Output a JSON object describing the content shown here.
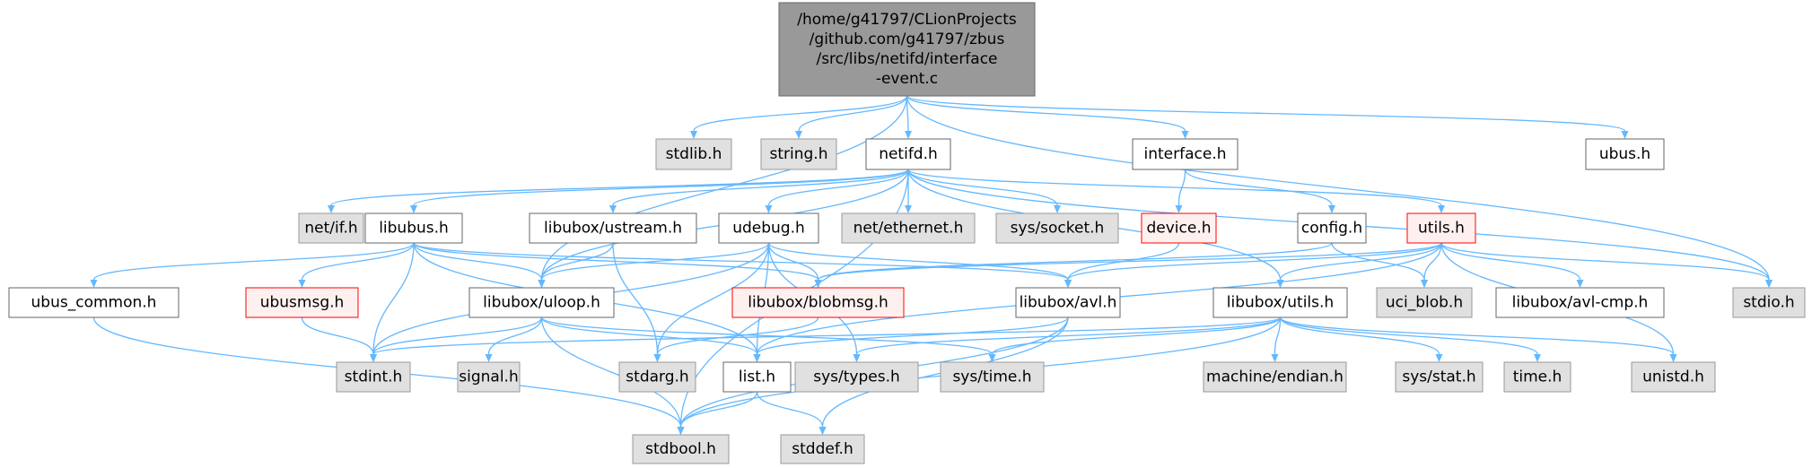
{
  "colors": {
    "edge": "#63b8ff",
    "root_fill": "#999999",
    "root_border": "#666666",
    "plain_fill": "#ffffff",
    "plain_border": "#666666",
    "system_fill": "#e0e0e0",
    "system_border": "#999999",
    "truncated_fill": "#fff0f0",
    "truncated_border": "#ff0000"
  },
  "nodes": [
    {
      "id": "root",
      "lines": [
        "/home/g41797/CLionProjects",
        "/github.com/g41797/zbus",
        "/src/libs/netifd/interface",
        "-event.c"
      ],
      "style": "root"
    },
    {
      "id": "stdlib",
      "lines": [
        "stdlib.h"
      ],
      "style": "system"
    },
    {
      "id": "string",
      "lines": [
        "string.h"
      ],
      "style": "system"
    },
    {
      "id": "netifd",
      "lines": [
        "netifd.h"
      ],
      "style": "plain"
    },
    {
      "id": "interface",
      "lines": [
        "interface.h"
      ],
      "style": "plain"
    },
    {
      "id": "ubus",
      "lines": [
        "ubus.h"
      ],
      "style": "plain"
    },
    {
      "id": "netif",
      "lines": [
        "net/if.h"
      ],
      "style": "system"
    },
    {
      "id": "libubus",
      "lines": [
        "libubus.h"
      ],
      "style": "plain"
    },
    {
      "id": "ustream",
      "lines": [
        "libubox/ustream.h"
      ],
      "style": "plain"
    },
    {
      "id": "udebug",
      "lines": [
        "udebug.h"
      ],
      "style": "plain"
    },
    {
      "id": "ethernet",
      "lines": [
        "net/ethernet.h"
      ],
      "style": "system"
    },
    {
      "id": "socket",
      "lines": [
        "sys/socket.h"
      ],
      "style": "system"
    },
    {
      "id": "device",
      "lines": [
        "device.h"
      ],
      "style": "truncated"
    },
    {
      "id": "config",
      "lines": [
        "config.h"
      ],
      "style": "plain"
    },
    {
      "id": "utils",
      "lines": [
        "utils.h"
      ],
      "style": "truncated"
    },
    {
      "id": "ubuscommon",
      "lines": [
        "ubus_common.h"
      ],
      "style": "plain"
    },
    {
      "id": "ubusmsg",
      "lines": [
        "ubusmsg.h"
      ],
      "style": "truncated"
    },
    {
      "id": "uloop",
      "lines": [
        "libubox/uloop.h"
      ],
      "style": "plain"
    },
    {
      "id": "blobmsg",
      "lines": [
        "libubox/blobmsg.h"
      ],
      "style": "truncated"
    },
    {
      "id": "avl",
      "lines": [
        "libubox/avl.h"
      ],
      "style": "plain"
    },
    {
      "id": "lutils",
      "lines": [
        "libubox/utils.h"
      ],
      "style": "plain"
    },
    {
      "id": "ucib",
      "lines": [
        "uci_blob.h"
      ],
      "style": "system"
    },
    {
      "id": "avlcmp",
      "lines": [
        "libubox/avl-cmp.h"
      ],
      "style": "plain"
    },
    {
      "id": "stdio",
      "lines": [
        "stdio.h"
      ],
      "style": "system"
    },
    {
      "id": "stdint",
      "lines": [
        "stdint.h"
      ],
      "style": "system"
    },
    {
      "id": "signal",
      "lines": [
        "signal.h"
      ],
      "style": "system"
    },
    {
      "id": "stdarg",
      "lines": [
        "stdarg.h"
      ],
      "style": "system"
    },
    {
      "id": "list",
      "lines": [
        "list.h"
      ],
      "style": "plain"
    },
    {
      "id": "systypes",
      "lines": [
        "sys/types.h"
      ],
      "style": "system"
    },
    {
      "id": "systime",
      "lines": [
        "sys/time.h"
      ],
      "style": "system"
    },
    {
      "id": "endian",
      "lines": [
        "machine/endian.h"
      ],
      "style": "system"
    },
    {
      "id": "sysstat",
      "lines": [
        "sys/stat.h"
      ],
      "style": "system"
    },
    {
      "id": "time",
      "lines": [
        "time.h"
      ],
      "style": "system"
    },
    {
      "id": "unistd",
      "lines": [
        "unistd.h"
      ],
      "style": "system"
    },
    {
      "id": "stdbool",
      "lines": [
        "stdbool.h"
      ],
      "style": "system"
    },
    {
      "id": "stddef",
      "lines": [
        "stddef.h"
      ],
      "style": "system"
    }
  ],
  "edges": [
    [
      "root",
      "stdlib"
    ],
    [
      "root",
      "string"
    ],
    [
      "root",
      "netifd"
    ],
    [
      "root",
      "interface"
    ],
    [
      "root",
      "ubus"
    ],
    [
      "root",
      "stdio"
    ],
    [
      "root",
      "uloop"
    ],
    [
      "netifd",
      "netif"
    ],
    [
      "netifd",
      "libubus"
    ],
    [
      "netifd",
      "ustream"
    ],
    [
      "netifd",
      "udebug"
    ],
    [
      "netifd",
      "ethernet"
    ],
    [
      "netifd",
      "socket"
    ],
    [
      "netifd",
      "utils"
    ],
    [
      "netifd",
      "stdio"
    ],
    [
      "netifd",
      "lutils"
    ],
    [
      "netifd",
      "uloop"
    ],
    [
      "netifd",
      "stdbool"
    ],
    [
      "interface",
      "device"
    ],
    [
      "interface",
      "config"
    ],
    [
      "device",
      "avl"
    ],
    [
      "config",
      "blobmsg"
    ],
    [
      "config",
      "ucib"
    ],
    [
      "utils",
      "blobmsg"
    ],
    [
      "utils",
      "avl"
    ],
    [
      "utils",
      "lutils"
    ],
    [
      "utils",
      "ucib"
    ],
    [
      "utils",
      "avlcmp"
    ],
    [
      "utils",
      "stdio"
    ],
    [
      "utils",
      "unistd"
    ],
    [
      "utils",
      "list"
    ],
    [
      "libubus",
      "ubuscommon"
    ],
    [
      "libubus",
      "ubusmsg"
    ],
    [
      "libubus",
      "uloop"
    ],
    [
      "libubus",
      "blobmsg"
    ],
    [
      "libubus",
      "avl"
    ],
    [
      "libubus",
      "stdint"
    ],
    [
      "libubus",
      "list"
    ],
    [
      "ustream",
      "uloop"
    ],
    [
      "ustream",
      "stdarg"
    ],
    [
      "udebug",
      "uloop"
    ],
    [
      "udebug",
      "blobmsg"
    ],
    [
      "udebug",
      "avl"
    ],
    [
      "udebug",
      "stdint"
    ],
    [
      "udebug",
      "stdarg"
    ],
    [
      "udebug",
      "systypes"
    ],
    [
      "udebug",
      "list"
    ],
    [
      "ubuscommon",
      "stdbool"
    ],
    [
      "ubusmsg",
      "stdint"
    ],
    [
      "uloop",
      "stdint"
    ],
    [
      "uloop",
      "signal"
    ],
    [
      "uloop",
      "list"
    ],
    [
      "uloop",
      "systime"
    ],
    [
      "uloop",
      "stdbool"
    ],
    [
      "blobmsg",
      "stdarg"
    ],
    [
      "avl",
      "list"
    ],
    [
      "avl",
      "stdbool"
    ],
    [
      "avl",
      "stddef"
    ],
    [
      "lutils",
      "stdint"
    ],
    [
      "lutils",
      "systypes"
    ],
    [
      "lutils",
      "systime"
    ],
    [
      "lutils",
      "endian"
    ],
    [
      "lutils",
      "sysstat"
    ],
    [
      "lutils",
      "time"
    ],
    [
      "lutils",
      "unistd"
    ],
    [
      "lutils",
      "stdbool"
    ],
    [
      "list",
      "stddef"
    ],
    [
      "list",
      "stdbool"
    ]
  ]
}
